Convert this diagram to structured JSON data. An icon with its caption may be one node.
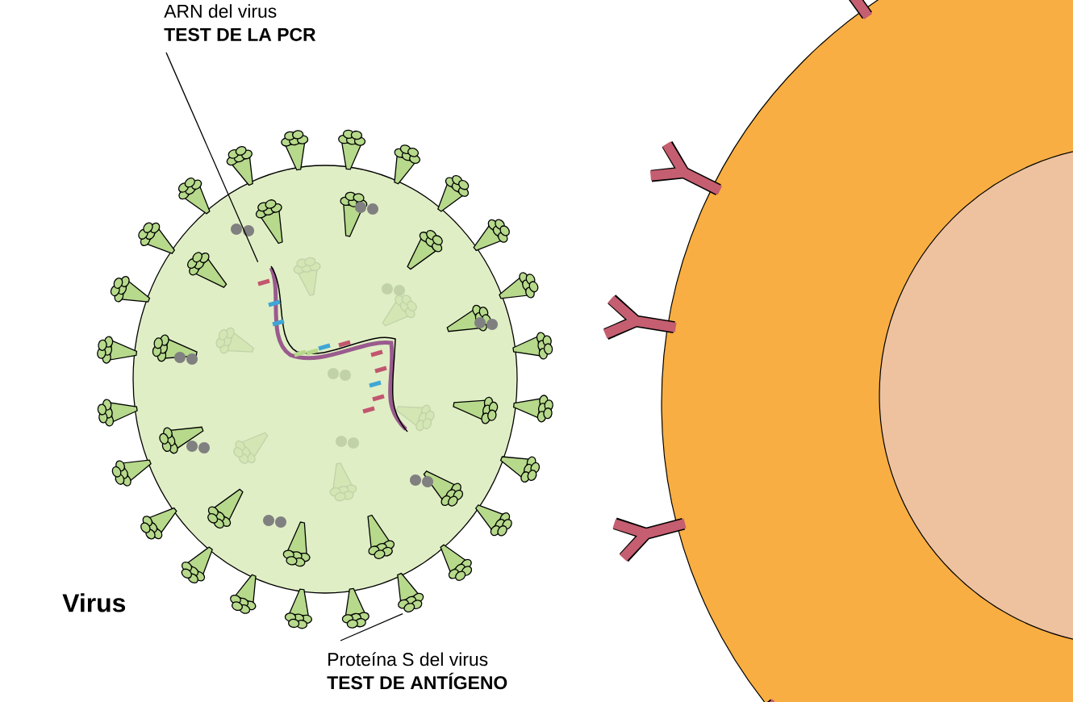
{
  "diagram": {
    "nodes": [
      {
        "text": [],
        "shape": "circle",
        "beside": [
          "Virus"
        ]
      },
      {
        "text": [],
        "shape": "picture",
        "in": 0
      },
      {
        "text": [],
        "shape": "picture"
      },
      {
        "text": [
          "ARN del virus",
          "TEST DE LA PCR"
        ]
      },
      {
        "text": [
          "Proteína S del virus",
          "TEST DE ANTÍGENO"
        ]
      }
    ],
    "edges": [
      {
        "from": 3,
        "to": 1,
        "arrow": "none"
      },
      {
        "from": 4,
        "to": 2,
        "arrow": "none"
      }
    ]
  }
}
